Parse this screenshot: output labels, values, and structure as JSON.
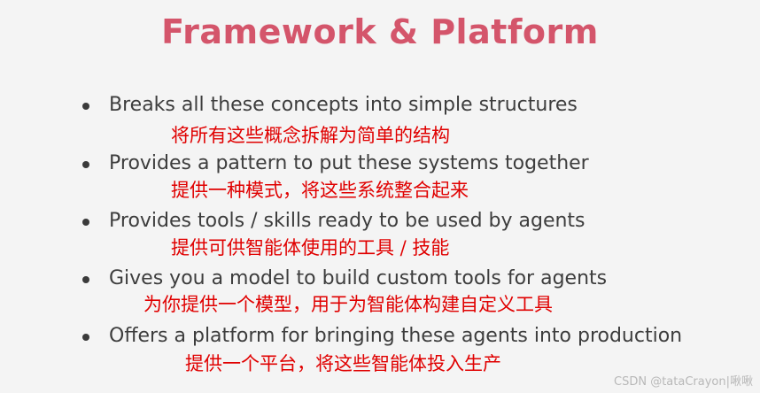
{
  "title": "Framework & Platform",
  "bullets": [
    {
      "text": "Breaks all these concepts into simple structures",
      "note": "将所有这些概念拆解为简单的结构"
    },
    {
      "text": "Provides a pattern to put these systems together",
      "note": "提供一种模式，将这些系统整合起来"
    },
    {
      "text": "Provides tools / skills ready to be used by agents",
      "note": "提供可供智能体使用的工具 / 技能"
    },
    {
      "text": "Gives you a model to build custom tools for agents",
      "note": "为你提供一个模型，用于为智能体构建自定义工具"
    },
    {
      "text": "Offers a platform for bringing these agents into production",
      "note": "提供一个平台，将这些智能体投入生产"
    }
  ],
  "watermark": "CSDN @tataCrayon|啾啾",
  "colors": {
    "title": "#d4556b",
    "note": "#e00000",
    "text": "#3d3d3d",
    "background": "#f4f4f4"
  }
}
